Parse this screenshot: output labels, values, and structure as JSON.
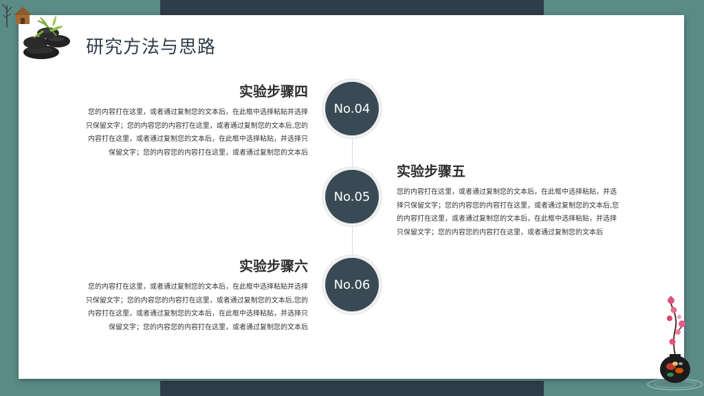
{
  "slide": {
    "title": "研究方法与思路",
    "steps": [
      {
        "number": "No.04",
        "heading": "实验步骤四",
        "text": "您的内容打在这里，或者通过复制您的文本后，在此框中选择粘贴并选择只保留文字；您的内容您的内容打在这里，或者通过复制您的文本后,您的内容打在这里，或者通过复制您的文本后，在此框中选择粘贴，并选择只保留文字；您的内容您的内容打在这里，或者通过复制您的文本后"
      },
      {
        "number": "No.05",
        "heading": "实验步骤五",
        "text": "您的内容打在这里，或者通过复制您的文本后，在此框中选择粘贴，并选择只保留文字；您的内容您的内容打在这里，或者通过复制您的文本后,您的内容打在这里，或者通过复制您的文本后，在此框中选择粘贴，并选择只保留文字；您的内容您的内容打在这里，或者通过复制您的文本后"
      },
      {
        "number": "No.06",
        "heading": "实验步骤六",
        "text": "您的内容打在这里，或者通过复制您的文本后，在此框中选择粘贴并选择只保留文字；您的内容您的内容打在这里，或者通过复制您的文本后,您的内容打在这里，或者通过复制您的文本后，在此框中选择粘贴，并选择只保留文字；您的内容您的内容打在这里，或者通过复制您的文本后"
      }
    ]
  },
  "colors": {
    "background": "#5b8b87",
    "dark_accent": "#2f3d48",
    "circle": "#3a4a55",
    "card": "#ffffff"
  },
  "icons": {
    "top_left": "zen-stones-bamboo-decoration",
    "bottom_right": "flower-vase-decoration"
  }
}
